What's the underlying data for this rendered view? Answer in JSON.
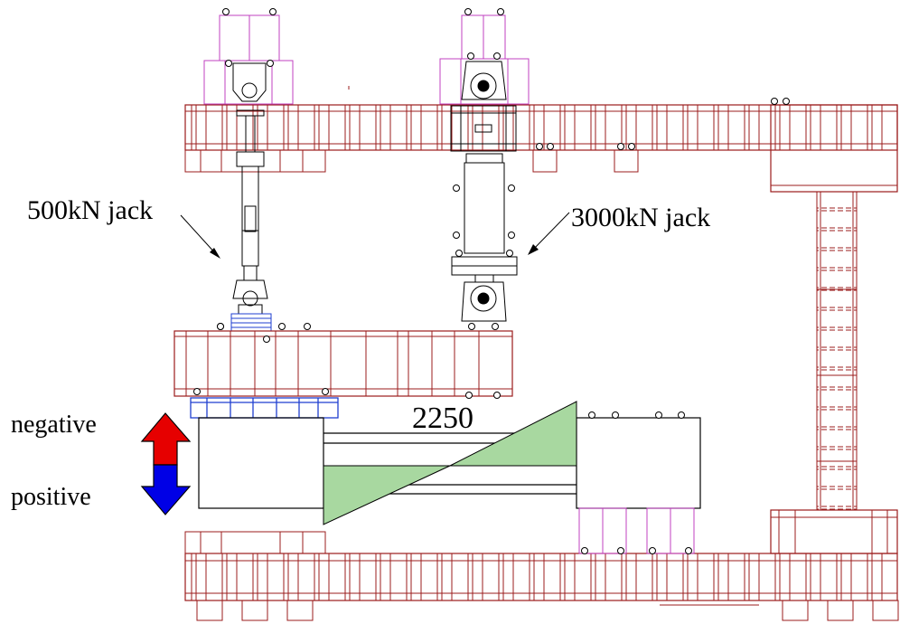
{
  "labels": {
    "jack_small": "500kN jack",
    "jack_large": "3000kN jack",
    "direction_negative": "negative",
    "direction_positive": "positive",
    "span_length": "2250"
  },
  "colors": {
    "frame_line": "#9b1c1c",
    "load_cell": "#c040c0",
    "bearing_plate": "#1f3fd0",
    "moment_fill": "#a8d8a0",
    "arrow_negative": "#e60000",
    "arrow_positive": "#0000e6",
    "line": "#000000"
  }
}
